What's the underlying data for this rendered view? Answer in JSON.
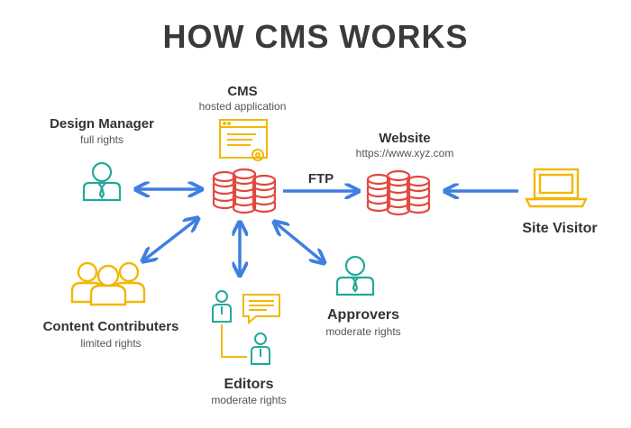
{
  "title": "HOW CMS WORKS",
  "cms": {
    "label": "CMS",
    "sub": "hosted application"
  },
  "design_manager": {
    "label": "Design Manager",
    "sub": "full rights"
  },
  "website": {
    "label": "Website",
    "sub": "https://www.xyz.com"
  },
  "ftp": {
    "label": "FTP"
  },
  "site_visitor": {
    "label": "Site Visitor"
  },
  "content_contributors": {
    "label": "Content Contributers",
    "sub": "limited rights"
  },
  "editors": {
    "label": "Editors",
    "sub": "moderate rights"
  },
  "approvers": {
    "label": "Approvers",
    "sub": "moderate rights"
  },
  "colors": {
    "arrow": "#3f7fe0",
    "database": "#e2483e",
    "person": "#24a89a",
    "yellow": "#f2b705",
    "text": "#333333"
  },
  "icons": [
    "application-window-icon",
    "database-icon",
    "person-icon",
    "group-icon",
    "laptop-icon",
    "chat-icon"
  ]
}
